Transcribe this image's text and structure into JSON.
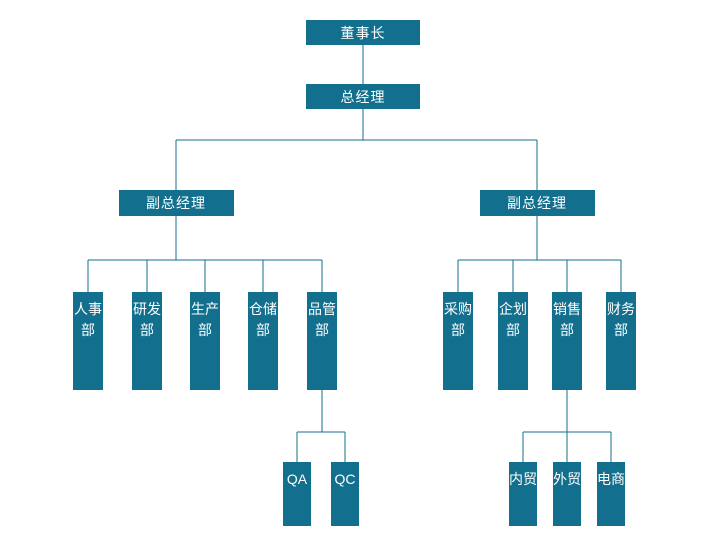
{
  "title": "organization-chart",
  "colors": {
    "node_fill": "#136f8e",
    "node_text": "#ffffff",
    "line": "#136f8e",
    "background": "#ffffff"
  },
  "nodes": [
    {
      "id": "chairman",
      "label": "董事长",
      "orientation": "h",
      "parent": null
    },
    {
      "id": "gm",
      "label": "总经理",
      "orientation": "h",
      "parent": "chairman"
    },
    {
      "id": "dgm-left",
      "label": "副总经理",
      "orientation": "h",
      "parent": "gm"
    },
    {
      "id": "dgm-right",
      "label": "副总经理",
      "orientation": "h",
      "parent": "gm"
    },
    {
      "id": "hr",
      "label": "人事部",
      "orientation": "v",
      "parent": "dgm-left"
    },
    {
      "id": "rd",
      "label": "研发部",
      "orientation": "v",
      "parent": "dgm-left"
    },
    {
      "id": "prod",
      "label": "生产部",
      "orientation": "v",
      "parent": "dgm-left"
    },
    {
      "id": "warehouse",
      "label": "仓储部",
      "orientation": "v",
      "parent": "dgm-left"
    },
    {
      "id": "qc-dept",
      "label": "品管部",
      "orientation": "v",
      "parent": "dgm-left"
    },
    {
      "id": "purchasing",
      "label": "采购部",
      "orientation": "v",
      "parent": "dgm-right"
    },
    {
      "id": "planning",
      "label": "企划部",
      "orientation": "v",
      "parent": "dgm-right"
    },
    {
      "id": "sales",
      "label": "销售部",
      "orientation": "v",
      "parent": "dgm-right"
    },
    {
      "id": "finance",
      "label": "财务部",
      "orientation": "v",
      "parent": "dgm-right"
    },
    {
      "id": "qa",
      "label": "QA",
      "orientation": "v",
      "parent": "qc-dept"
    },
    {
      "id": "qc",
      "label": "QC",
      "orientation": "v",
      "parent": "qc-dept"
    },
    {
      "id": "domestic",
      "label": "内贸",
      "orientation": "v",
      "parent": "sales"
    },
    {
      "id": "foreign",
      "label": "外贸",
      "orientation": "v",
      "parent": "sales"
    },
    {
      "id": "ecommerce",
      "label": "电商",
      "orientation": "v",
      "parent": "sales"
    }
  ]
}
